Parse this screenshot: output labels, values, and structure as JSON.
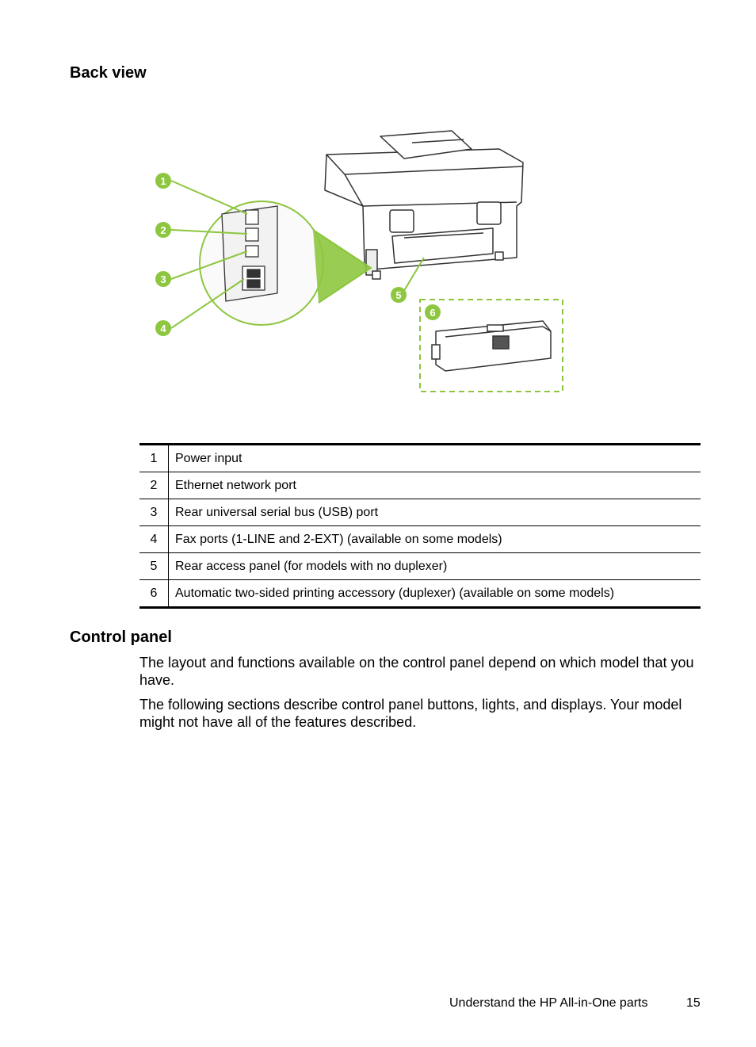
{
  "back_view": {
    "heading": "Back view",
    "figure": {
      "callouts": [
        "1",
        "2",
        "3",
        "4",
        "5",
        "6"
      ],
      "accent_color": "#8dc63f"
    },
    "parts": [
      {
        "num": "1",
        "label": "Power input"
      },
      {
        "num": "2",
        "label": "Ethernet network port"
      },
      {
        "num": "3",
        "label": "Rear universal serial bus (USB) port"
      },
      {
        "num": "4",
        "label": "Fax ports (1-LINE and 2-EXT) (available on some models)"
      },
      {
        "num": "5",
        "label": "Rear access panel (for models with no duplexer)"
      },
      {
        "num": "6",
        "label": "Automatic two-sided printing accessory (duplexer) (available on some models)"
      }
    ]
  },
  "control_panel": {
    "heading": "Control panel",
    "paragraphs": [
      "The layout and functions available on the control panel depend on which model that you have.",
      "The following sections describe control panel buttons, lights, and displays. Your model might not have all of the features described."
    ]
  },
  "footer": {
    "title": "Understand the HP All-in-One parts",
    "page": "15"
  }
}
